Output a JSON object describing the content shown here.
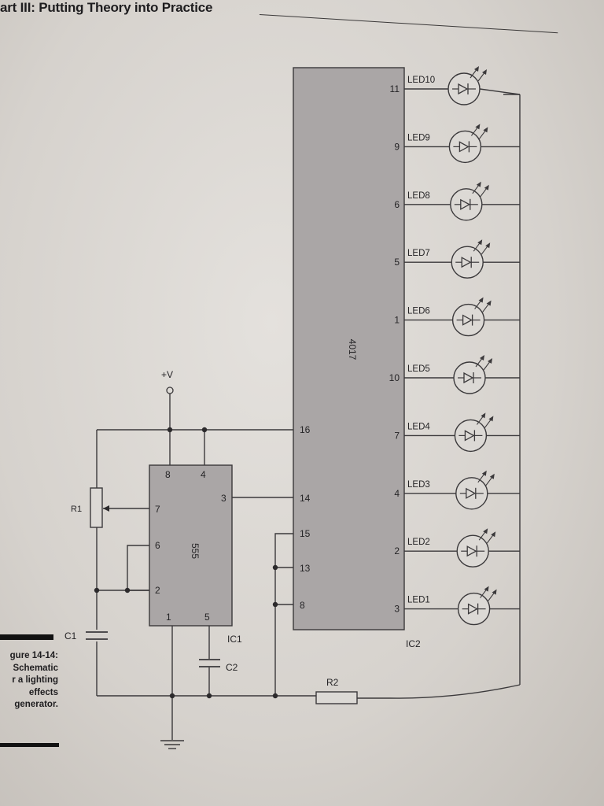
{
  "header": {
    "title": "art III: Putting Theory into Practice"
  },
  "caption": {
    "figure_label": "gure 14-14:",
    "lines": [
      "Schematic",
      "r a lighting",
      "effects",
      "generator."
    ]
  },
  "colors": {
    "paper": "#dcd9d5",
    "ic_fill": "#aaa6a6",
    "ink": "#252426"
  },
  "schematic": {
    "supply_label": "+V",
    "ic555": {
      "name": "555",
      "ref": "IC1",
      "pins": {
        "p8": "8",
        "p4": "4",
        "p3": "3",
        "p7": "7",
        "p6": "6",
        "p2": "2",
        "p1": "1",
        "p5": "5"
      }
    },
    "ic4017": {
      "name": "4017",
      "ref": "IC2",
      "pins": {
        "p16": "16",
        "p14": "14",
        "p15": "15",
        "p13": "13",
        "p8": "8"
      }
    },
    "components": {
      "r1": "R1",
      "r2": "R2",
      "c1": "C1",
      "c2": "C2"
    },
    "outputs": [
      {
        "pin": "11",
        "led": "LED10"
      },
      {
        "pin": "9",
        "led": "LED9"
      },
      {
        "pin": "6",
        "led": "LED8"
      },
      {
        "pin": "5",
        "led": "LED7"
      },
      {
        "pin": "1",
        "led": "LED6"
      },
      {
        "pin": "10",
        "led": "LED5"
      },
      {
        "pin": "7",
        "led": "LED4"
      },
      {
        "pin": "4",
        "led": "LED3"
      },
      {
        "pin": "2",
        "led": "LED2"
      },
      {
        "pin": "3",
        "led": "LED1"
      }
    ]
  }
}
